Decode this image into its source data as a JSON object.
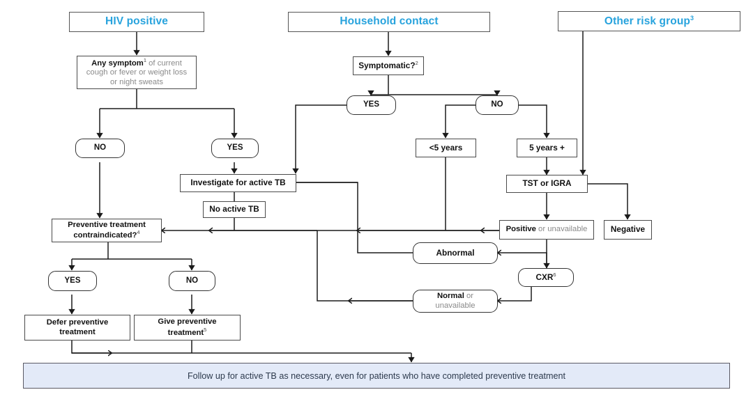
{
  "diagram": {
    "title": "TB preventive treatment algorithm",
    "accent_color": "#28a3dd",
    "banner_bg": "#e3eaf8",
    "box_border": "#4a4a4a"
  },
  "headers": [
    {
      "id": "hiv",
      "label": "HIV positive"
    },
    {
      "id": "household",
      "label": "Household contact"
    },
    {
      "id": "other",
      "label": "Other risk group",
      "sup": "3"
    }
  ],
  "nodes": {
    "any_symptom": {
      "bold": "Any symptom",
      "sup": "1",
      "rest": " of current",
      "line2": "cough or fever or weight loss",
      "line3": "or night sweats"
    },
    "symptomatic": {
      "label": "Symptomatic?",
      "sup": "2"
    },
    "hiv_no": {
      "label": "NO"
    },
    "hiv_yes": {
      "label": "YES"
    },
    "hh_yes": {
      "label": "YES"
    },
    "hh_no": {
      "label": "NO"
    },
    "investigate": {
      "label": "Investigate for active TB"
    },
    "no_active_tb": {
      "label": "No active TB"
    },
    "under5": {
      "label": "<5 years"
    },
    "over5": {
      "label": "5 years +"
    },
    "tst_igra": {
      "label": "TST or IGRA"
    },
    "positive": {
      "bold": "Positive",
      "rest": " or unavailable"
    },
    "negative": {
      "label": "Negative"
    },
    "cxr": {
      "label": "CXR",
      "sup": "6"
    },
    "abnormal": {
      "label": "Abnormal"
    },
    "normal": {
      "bold": "Normal",
      "rest": " or",
      "line2": "unavailable"
    },
    "contraindicated": {
      "line1": "Preventive treatment",
      "line2": "contraindicated?",
      "sup": "4"
    },
    "contra_yes": {
      "label": "YES"
    },
    "contra_no": {
      "label": "NO"
    },
    "defer": {
      "line1": "Defer preventive",
      "line2": "treatment"
    },
    "give": {
      "line1": "Give preventive",
      "line2": "treatment",
      "sup": "5"
    }
  },
  "banner": {
    "text": "Follow up for active TB as necessary, even for patients who have completed preventive treatment"
  }
}
